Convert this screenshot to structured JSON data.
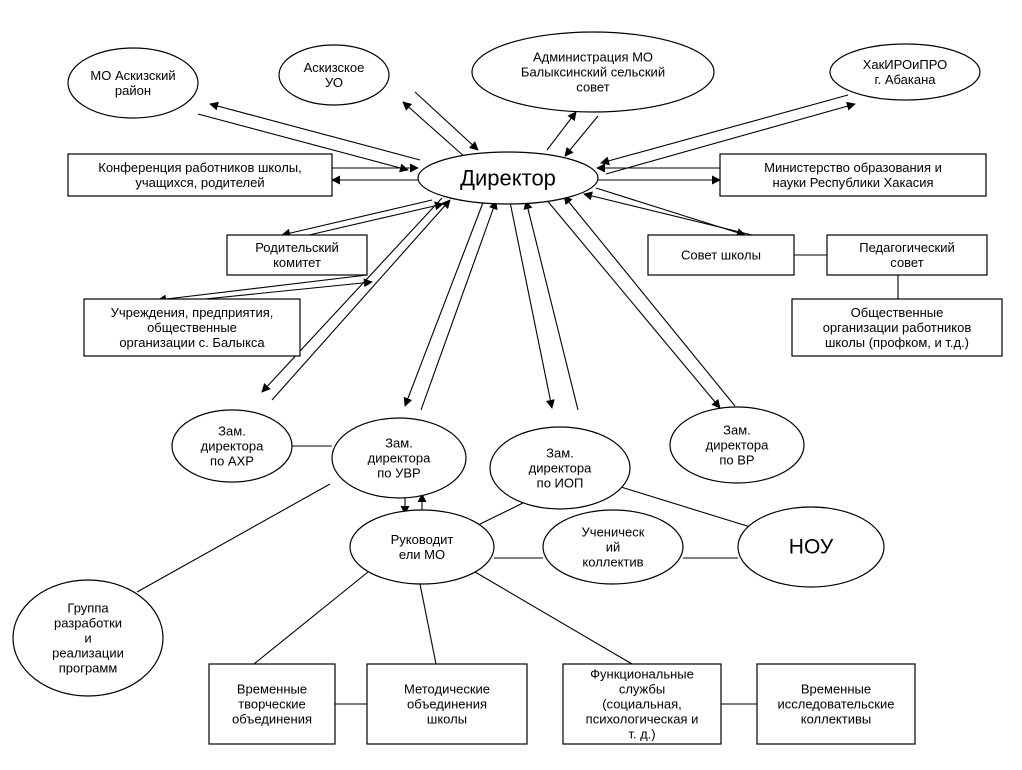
{
  "nodes": [
    {
      "id": "director",
      "lines": [
        "Директор"
      ]
    },
    {
      "id": "mo_askiz",
      "lines": [
        "МО Аскизский",
        "район"
      ]
    },
    {
      "id": "askiz_uo",
      "lines": [
        "Аскизское",
        "УО"
      ]
    },
    {
      "id": "admin_mo",
      "lines": [
        "Администрация МО",
        "Балыксинский сельский",
        "совет"
      ]
    },
    {
      "id": "hakiro",
      "lines": [
        "ХакИРОиПРО",
        "г. Абакана"
      ]
    },
    {
      "id": "conference",
      "lines": [
        "Конференция работников школы,",
        "учащихся, родителей"
      ]
    },
    {
      "id": "ministry",
      "lines": [
        "Министерство образования и",
        "науки Республики Хакасия"
      ]
    },
    {
      "id": "parent_committee",
      "lines": [
        "Родительский",
        "комитет"
      ]
    },
    {
      "id": "institutions",
      "lines": [
        "Учреждения, предприятия,",
        "общественные",
        "организации с. Балыкса"
      ]
    },
    {
      "id": "school_council",
      "lines": [
        "Совет школы"
      ]
    },
    {
      "id": "ped_council",
      "lines": [
        "Педагогический",
        "совет"
      ]
    },
    {
      "id": "public_orgs",
      "lines": [
        "Общественные",
        "организации работников",
        "школы (профком, и т.д.)"
      ]
    },
    {
      "id": "zam_ahr",
      "lines": [
        "Зам.",
        "директора",
        "по АХР"
      ]
    },
    {
      "id": "zam_uvr",
      "lines": [
        "Зам.",
        "директора",
        "по УВР"
      ]
    },
    {
      "id": "zam_iop",
      "lines": [
        "Зам.",
        "директора",
        "по ИОП"
      ]
    },
    {
      "id": "zam_vr",
      "lines": [
        "Зам.",
        "директора",
        "по ВР"
      ]
    },
    {
      "id": "mo_heads",
      "lines": [
        "Руководит",
        "ели МО"
      ]
    },
    {
      "id": "student_collective",
      "lines": [
        "Ученическ",
        "ий",
        "коллектив"
      ]
    },
    {
      "id": "nou",
      "lines": [
        "НОУ"
      ]
    },
    {
      "id": "dev_group",
      "lines": [
        "Группа",
        "разработки",
        "и",
        "реализации",
        "программ"
      ]
    },
    {
      "id": "temp_creative",
      "lines": [
        "Временные",
        "творческие",
        "объединения"
      ]
    },
    {
      "id": "method_units",
      "lines": [
        "Методические",
        "объединения",
        "школы"
      ]
    },
    {
      "id": "func_services",
      "lines": [
        "Функциональные",
        "службы",
        "(социальная,",
        "психологическая и",
        "т. д.)"
      ]
    },
    {
      "id": "temp_research",
      "lines": [
        "Временные",
        "исследовательские",
        "коллективы"
      ]
    }
  ]
}
